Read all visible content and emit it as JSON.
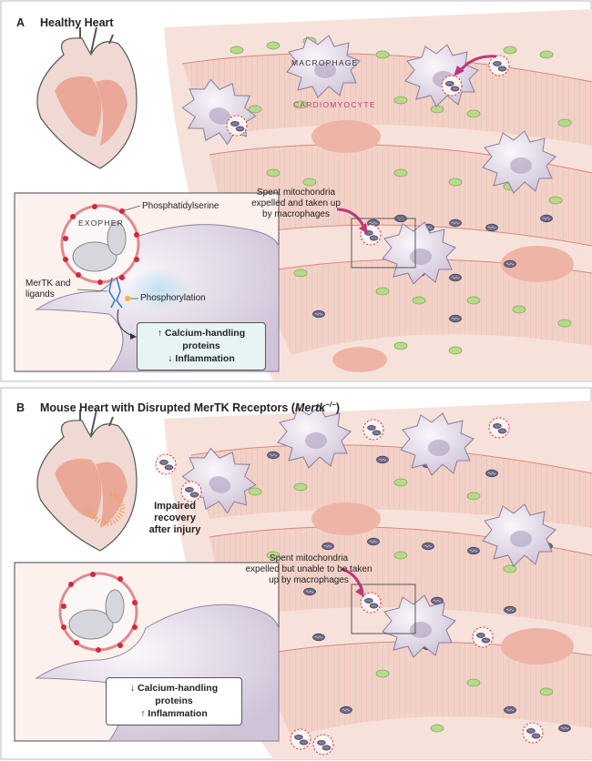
{
  "panel_a": {
    "letter": "A",
    "title": "Healthy Heart",
    "labels": {
      "macrophage": "MACROPHAGE",
      "cardiomyocyte": "CARDIOMYOCYTE",
      "spent_line1": "Spent mitochondria",
      "spent_line2": "expelled and taken up",
      "spent_line3": "by macrophages",
      "exopher": "EXOPHER",
      "phosphatidylserine": "Phosphatidylserine",
      "mertk_line1": "MerTK and",
      "mertk_line2": "ligands",
      "phosphorylation": "Phosphorylation",
      "result_line1": "↑ Calcium-handling proteins",
      "result_line2": "↓ Inflammation"
    }
  },
  "panel_b": {
    "letter": "B",
    "title_prefix": "Mouse Heart with Disrupted MerTK Receptors (",
    "title_gene": "Mertk",
    "title_sup": "−/−",
    "title_suffix": ")",
    "labels": {
      "impaired_line1": "Impaired",
      "impaired_line2": "recovery",
      "impaired_line3": "after injury",
      "spent_line1": "Spent mitochondria",
      "spent_line2": "expelled but unable to be taken",
      "spent_line3": "up by macrophages",
      "result_line1": "↓ Calcium-handling proteins",
      "result_line2": "↑ Inflammation"
    }
  },
  "colors": {
    "tissue": "#f6dcd4",
    "muscle_fiber": "#f2c9bf",
    "nucleus": "#eeb4a6",
    "mito_green": "#b8d98a",
    "mito_dark": "#6e6a86",
    "macrophage": "#e9e2ee",
    "exopher_dot": "#d8263a",
    "result_box": "#e8f4f4"
  }
}
